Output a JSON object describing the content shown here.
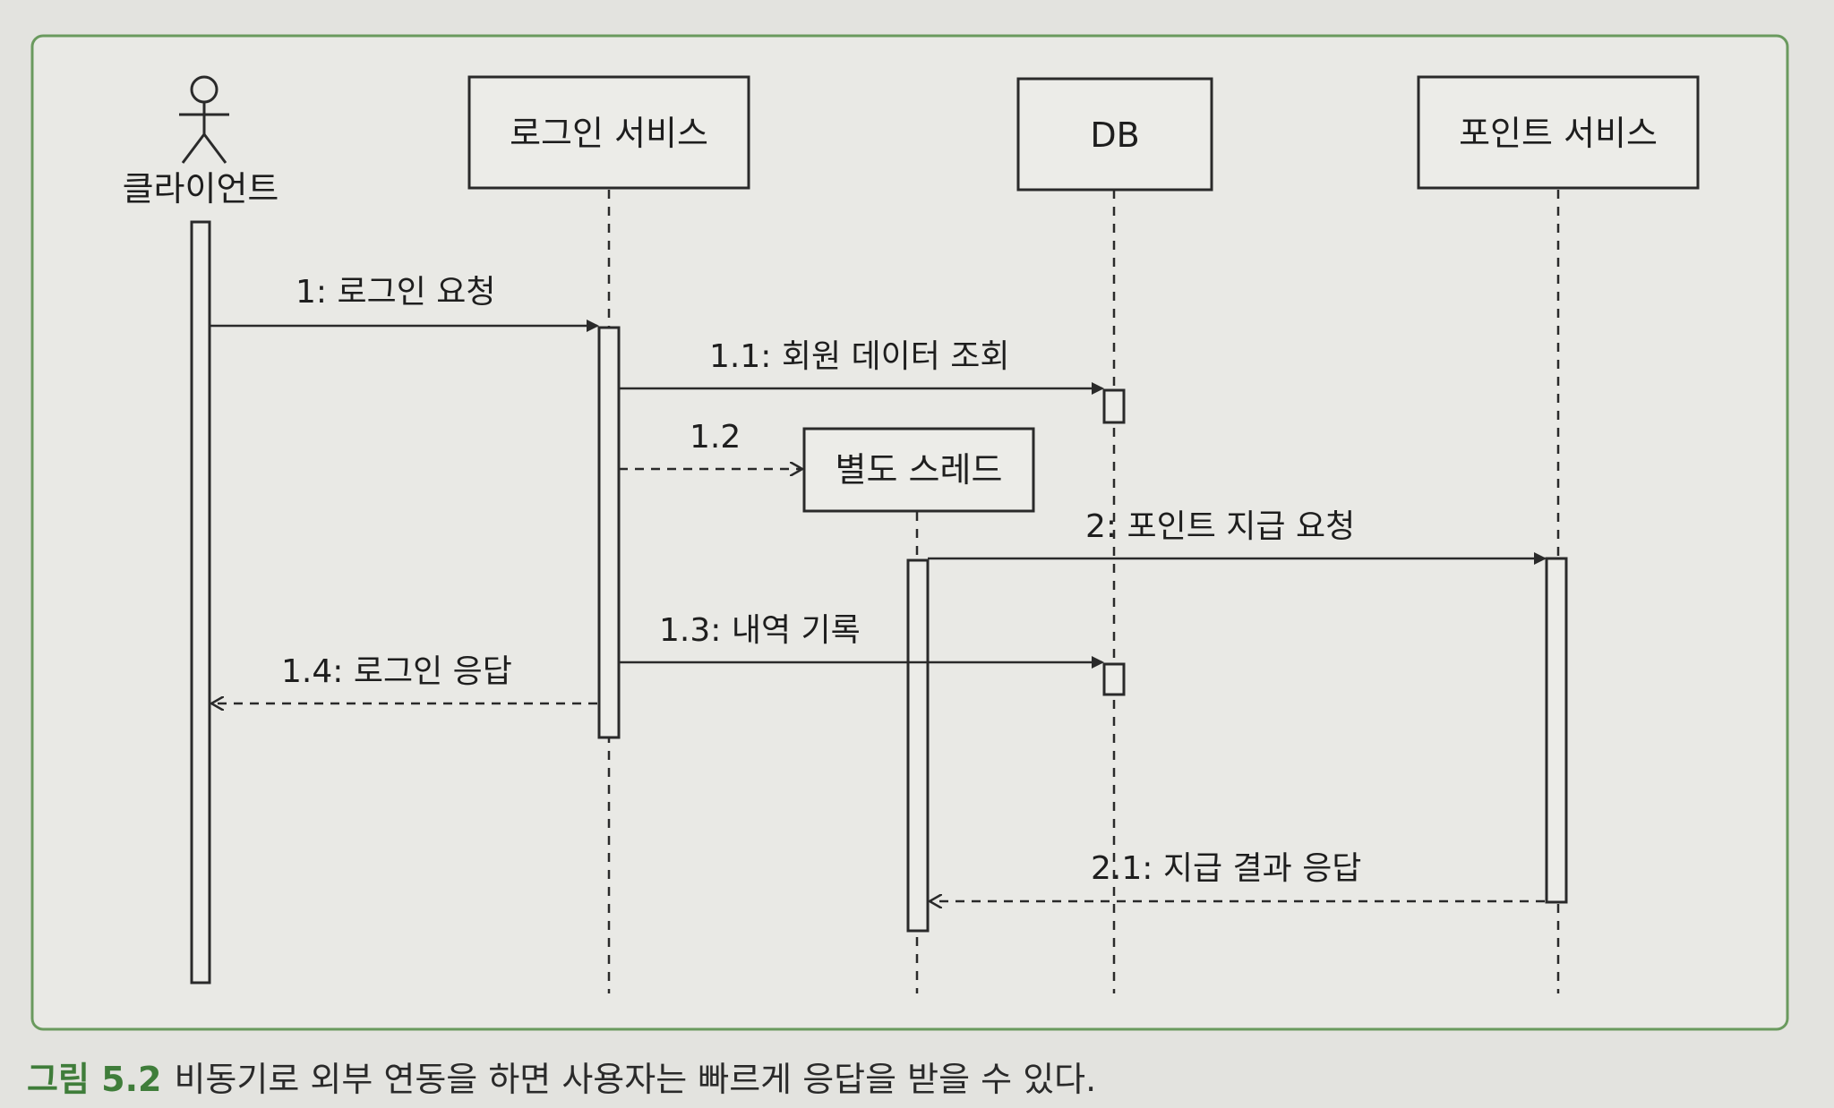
{
  "diagram": {
    "type": "sequence",
    "participants": {
      "client": "클라이언트",
      "login": "로그인 서비스",
      "db": "DB",
      "point": "포인트 서비스",
      "thread": "별도 스레드"
    },
    "messages": {
      "m1": "1: 로그인 요청",
      "m11": "1.1: 회원 데이터 조회",
      "m12": "1.2",
      "m2": "2: 포인트 지급 요청",
      "m13": "1.3: 내역 기록",
      "m14": "1.4: 로그인 응답",
      "m21": "2.1: 지급 결과 응답"
    }
  },
  "caption": {
    "label": "그림 5.2",
    "text": "비동기로 외부 연동을 하면 사용자는 빠르게 응답을 받을 수 있다."
  },
  "colors": {
    "frame": "#6a9a5e",
    "caption_label": "#3f7d3a",
    "line": "#2a2a2a"
  }
}
